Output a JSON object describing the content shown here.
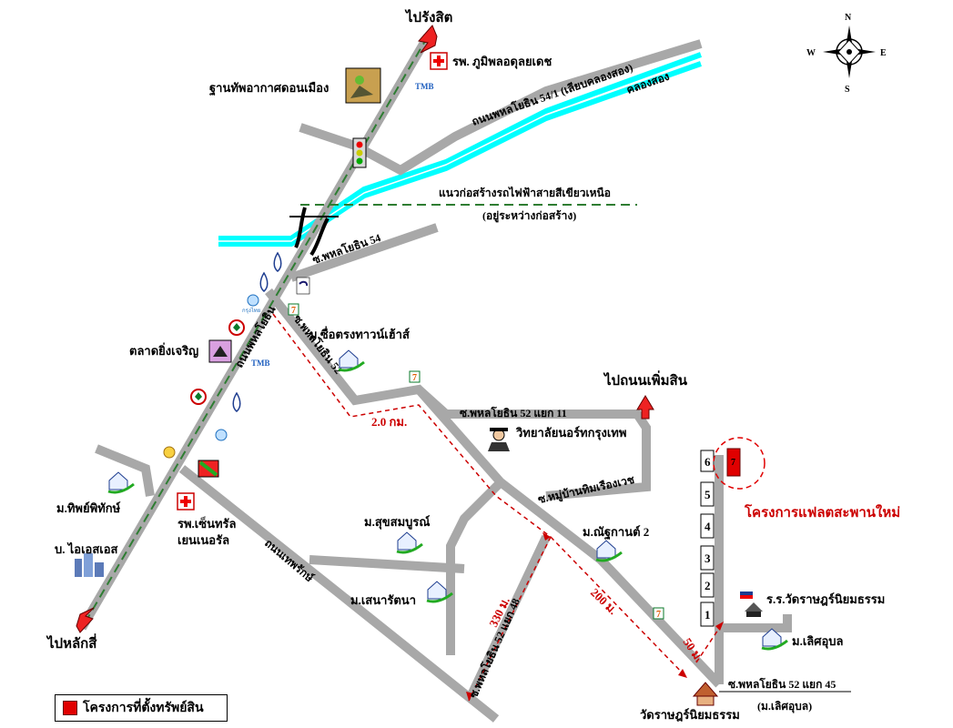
{
  "compass": {
    "n": "N",
    "s": "S",
    "e": "E",
    "w": "W"
  },
  "destinations": {
    "north": "ไปรังสิต",
    "south": "ไปหลักสี่",
    "east": "ไปถนนเพิ่มสิน"
  },
  "roads": {
    "phaholyothin": "ถนนพหลโยธิน",
    "soi54_1": "ถนนพหลโยธิน 54/1 (เลียบคลองสอง)",
    "khlong_song": "คลองสอง",
    "soi54": "ซ.พหลโยธิน 54",
    "soi52": "ซ.พหลโยธิน 52",
    "soi52_11": "ซ.พหลโยธิน 52 แยก 11",
    "moo_ban": "ซ.หมู่บ้านทิมเรืองเวช",
    "soi52_48": "ซ.พหลโยธิน 52 แยก 48",
    "soi52_45": "ซ.พหลโยธิน 52 แยก 45",
    "soi52_45_sub": "(ม.เลิศอุบล)",
    "thep_rak": "ถนนเทพรักษ์"
  },
  "skytrain": {
    "line1": "แนวก่อสร้างรถไฟฟ้าสายสีเขียวเหนือ",
    "line2": "(อยู่ระหว่างก่อสร้าง)"
  },
  "places": {
    "hospital_bhumibol": "รพ. ภูมิพลอดุลยเดช",
    "airbase": "ฐานทัพอากาศดอนเมือง",
    "market": "ตลาดยิ่งเจริญ",
    "village_suetrong": "ม.ซื่อตรงทาวน์เฮ้าส์",
    "college": "วิทยาลัยนอร์ทกรุงเทพ",
    "village_thip": "ม.ทิพย์พิทักษ์",
    "hospital_central": "รพ.เซ็นทรัล",
    "hospital_central2": "เยนเนอรัล",
    "company_ios": "บ. ไอเอสเอส",
    "village_sukhsom": "ม.สุขสมบูรณ์",
    "village_senarat": "ม.เสนารัตนา",
    "village_nattakan": "ม.ณัฐกานต์ 2",
    "school": "ร.ร.วัดราษฎร์นิยมธรรม",
    "village_lert": "ม.เลิศอุบล",
    "temple": "วัดราษฎร์นิยมธรรม",
    "project": "โครงการแฟลตสะพานใหม่"
  },
  "distances": {
    "d1": "2.0 กม.",
    "d2": "330 ม.",
    "d3": "200 ม.",
    "d4": "50 ม."
  },
  "buildings": [
    "6",
    "5",
    "4",
    "3",
    "2",
    "1"
  ],
  "project_marker": "7",
  "seven_eleven": "7",
  "bank_tmb": "TMB",
  "bank_krungthai": "กรุงไทย",
  "legend": {
    "label": "โครงการที่ตั้งทรัพย์สิน"
  },
  "colors": {
    "road": "#a8a8a8",
    "canal": "#00ffff",
    "route": "#cc0000",
    "rail": "#2e7d32",
    "project": "#e00000"
  }
}
